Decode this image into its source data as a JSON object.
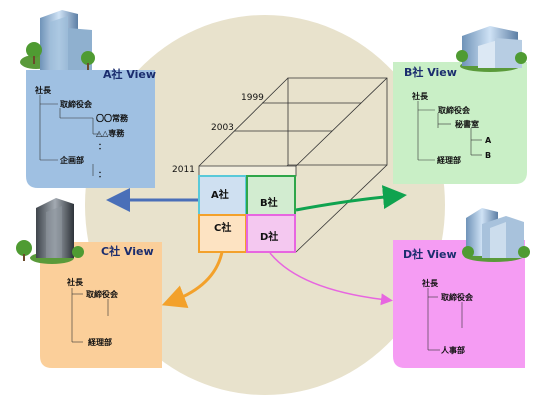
{
  "years": [
    "1999",
    "2003",
    "2011"
  ],
  "cells": {
    "a": "A社",
    "b": "B社",
    "c": "C社",
    "d": "D社"
  },
  "views": {
    "a": {
      "title": "A社 View",
      "org": [
        "社長",
        "取締役会",
        "〇〇常務",
        "△△専務",
        "：",
        "企画部",
        "："
      ]
    },
    "b": {
      "title": "B社 View",
      "org": [
        "社長",
        "取締役会",
        "秘書室",
        "A",
        "B",
        "経理部"
      ]
    },
    "c": {
      "title": "C社 View",
      "org": [
        "社長",
        "取締役会",
        "経理部"
      ]
    },
    "d": {
      "title": "D社 View",
      "org": [
        "社長",
        "取締役会",
        "人事部"
      ]
    }
  },
  "colors": {
    "circle": "#e8e2cc",
    "a": "#9fc0e2",
    "b": "#c9efc6",
    "c": "#fbcf9a",
    "d": "#f59cf3",
    "arrow_a": "#4a6fb8",
    "arrow_b": "#0fa34f",
    "arrow_c": "#f3a12b",
    "arrow_d": "#e766e0"
  }
}
